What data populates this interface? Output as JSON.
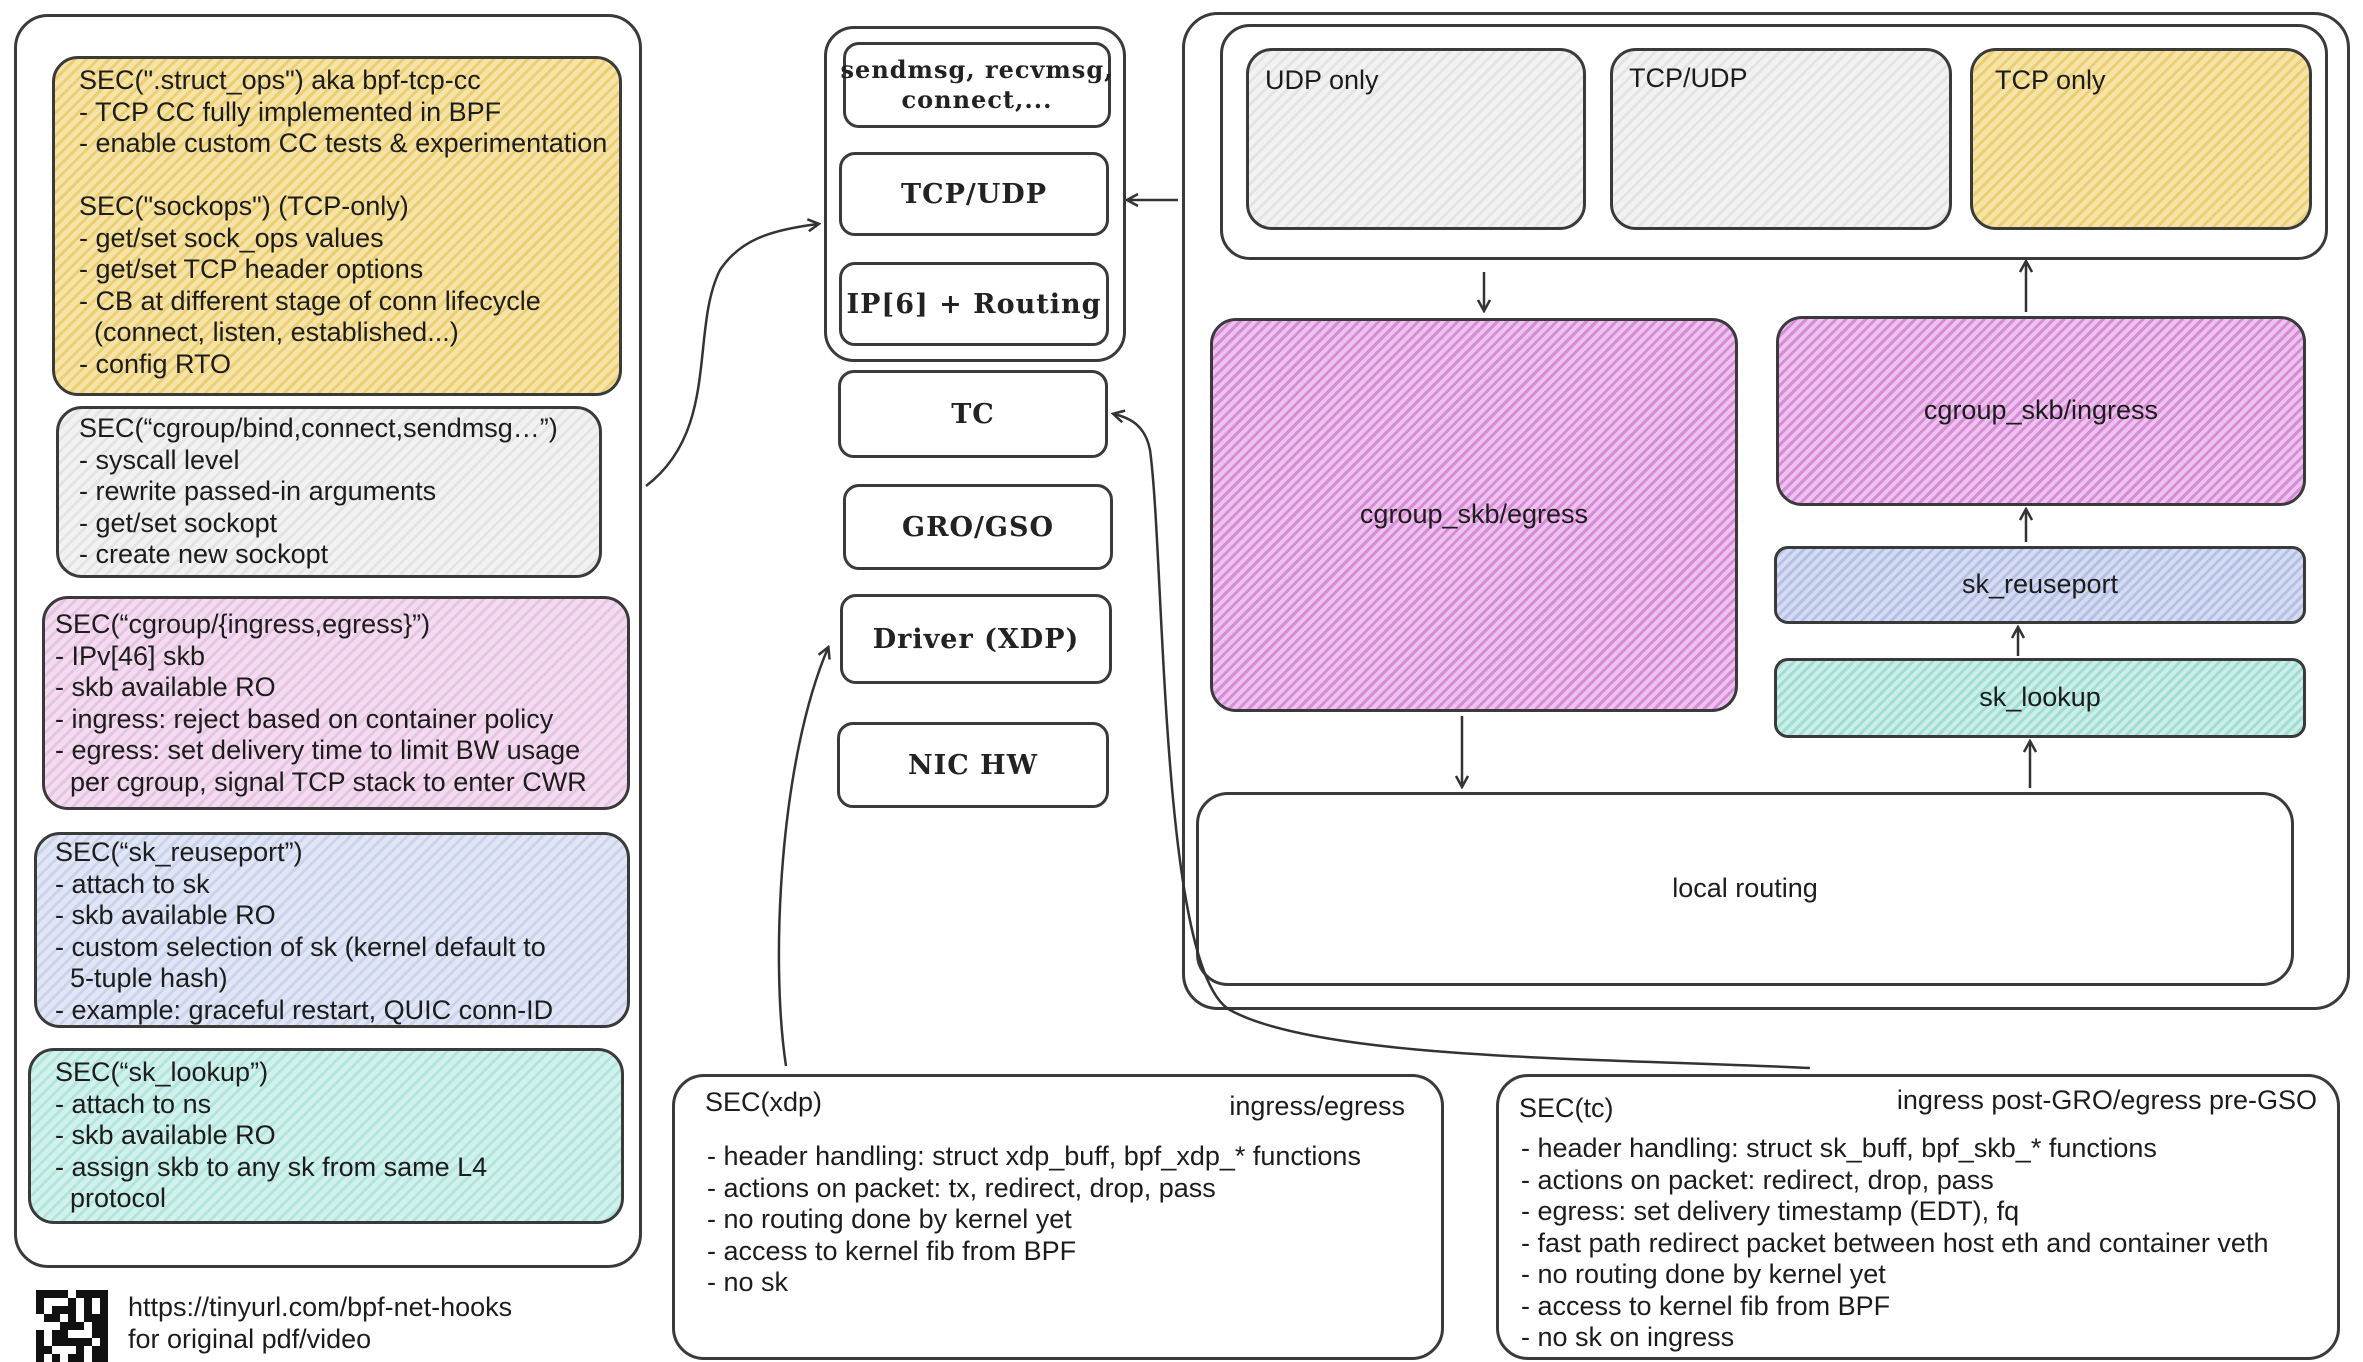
{
  "left_panel": {
    "struct_ops": {
      "lines": [
        "SEC(\".struct_ops\") aka bpf-tcp-cc",
        "- TCP CC fully implemented in BPF",
        "- enable custom CC tests & experimentation",
        "",
        "SEC(\"sockops\") (TCP-only)",
        "- get/set sock_ops values",
        "- get/set TCP header options",
        "- CB at different stage of conn lifecycle",
        "  (connect, listen, established...)",
        "- config RTO"
      ]
    },
    "cgroup_bind": {
      "lines": [
        "SEC(“cgroup/bind,connect,sendmsg…”)",
        "- syscall level",
        "- rewrite passed-in arguments",
        "- get/set sockopt",
        "- create new sockopt"
      ]
    },
    "cgroup_ingress": {
      "lines": [
        "SEC(“cgroup/{ingress,egress}”)",
        "- IPv[46] skb",
        "- skb available RO",
        "- ingress: reject based on container policy",
        "- egress: set delivery time to limit BW usage",
        "  per cgroup, signal TCP stack to enter CWR"
      ]
    },
    "sk_reuseport": {
      "lines": [
        "SEC(“sk_reuseport”)",
        "- attach to sk",
        "- skb available RO",
        "- custom selection of sk (kernel default to",
        "  5-tuple hash)",
        "- example: graceful restart, QUIC conn-ID"
      ]
    },
    "sk_lookup": {
      "lines": [
        "SEC(“sk_lookup”)",
        "- attach to ns",
        "- skb available RO",
        "- assign skb to any sk from same L4",
        "  protocol"
      ]
    }
  },
  "stack": {
    "socket_calls": "sendmsg, recvmsg,\nconnect,...",
    "tcp_udp": "TCP/UDP",
    "ip_routing": "IP[6] + Routing",
    "tc": "TC",
    "gro_gso": "GRO/GSO",
    "driver": "Driver (XDP)",
    "nic": "NIC HW"
  },
  "detail": {
    "udp_only": "UDP only",
    "tcp_udp": "TCP/UDP",
    "tcp_only": "TCP only",
    "cgroup_egress": "cgroup_skb/egress",
    "cgroup_ingress": "cgroup_skb/ingress",
    "sk_reuseport": "sk_reuseport",
    "sk_lookup": "sk_lookup",
    "local_routing": "local routing"
  },
  "xdp": {
    "title": "SEC(xdp)",
    "direction": "ingress/egress",
    "lines": [
      "- header handling: struct xdp_buff, bpf_xdp_* functions",
      "- actions on packet: tx, redirect, drop, pass",
      "- no routing done by kernel yet",
      "- access to kernel fib from BPF",
      "- no sk"
    ]
  },
  "tc": {
    "title": "SEC(tc)",
    "direction": "ingress post-GRO/egress pre-GSO",
    "lines": [
      "- header handling: struct sk_buff, bpf_skb_* functions",
      "- actions on packet: redirect, drop, pass",
      "- egress: set delivery timestamp (EDT), fq",
      "- fast path redirect packet between host eth and container veth",
      "- no routing done by kernel yet",
      "- access to kernel fib from BPF",
      "- no sk on ingress"
    ]
  },
  "footer": {
    "url": "https://tinyurl.com/bpf-net-hooks",
    "note": "for original pdf/video",
    "qr_icon": "qr-code-icon"
  },
  "colors": {
    "yellow": "#eccf72",
    "gray": "#e4e4e4",
    "pink": "#e8c4e4",
    "magenta": "#d98ad9",
    "blue": "#cbd3ee",
    "teal": "#b0e6dc",
    "stroke": "#3a3a3a"
  }
}
